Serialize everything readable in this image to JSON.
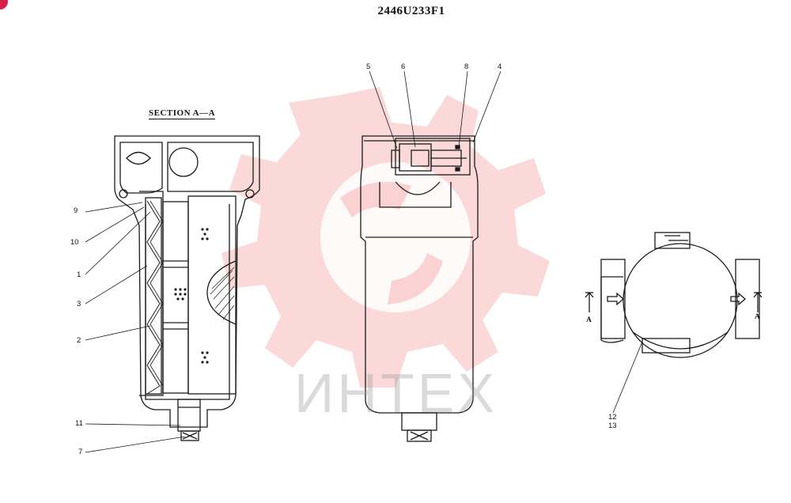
{
  "drawing": {
    "title": "2446U233F1",
    "section_title": "SECTION  A—A",
    "watermark_text": "ИНТЕХ",
    "colors": {
      "line": "#1a1a1a",
      "watermark": "#f2a0a0",
      "corner_badge": "#d6204a"
    }
  },
  "callouts": {
    "left": [
      "9",
      "10",
      "1",
      "3",
      "2",
      "11",
      "7"
    ],
    "top": [
      "5",
      "6",
      "8",
      "4"
    ],
    "right": [
      "12",
      "13"
    ],
    "section_marks": [
      "A",
      "A"
    ]
  }
}
